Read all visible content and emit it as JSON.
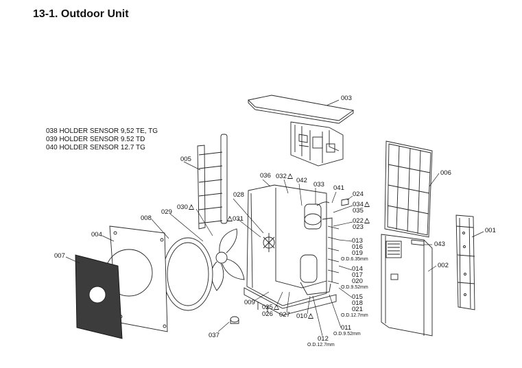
{
  "title": "13-1.  Outdoor Unit",
  "sensor_notes": [
    "038 HOLDER SENSOR 9,52 TE, TG",
    "039 HOLDER SENSOR 9.52 TD",
    "040 HOLDER SENSOR 12.7 TG"
  ],
  "labels": {
    "p001": "001",
    "p002": "002",
    "p003": "003",
    "p004": "004",
    "p005": "005",
    "p006": "006",
    "p007": "007",
    "p008": "008",
    "p009": "009",
    "p010": "010",
    "p011": "011",
    "p012": "012",
    "p013": "013",
    "p014": "014",
    "p015": "015",
    "p016": "016",
    "p017": "017",
    "p018": "018",
    "p019": "019",
    "p020": "020",
    "p021": "021",
    "p022": "022",
    "p023": "023",
    "p024": "024",
    "p025": "025",
    "p026": "026",
    "p027": "027",
    "p028": "028",
    "p029": "029",
    "p030": "030",
    "p031": "031",
    "p032": "032",
    "p033": "033",
    "p034": "034",
    "p035": "035",
    "p036": "036",
    "p037": "037",
    "p041": "041",
    "p042": "042",
    "p043": "043"
  },
  "pipe_sizes": {
    "od_635": "O.D.6.35mm",
    "od_952_a": "O.D.9.52mm",
    "od_127_a": "O.D.12.7mm",
    "od_952_b": "O.D.9.52mm",
    "od_127_b": "O.D.12.7mm"
  },
  "warning_icon": "caution-triangle-icon"
}
